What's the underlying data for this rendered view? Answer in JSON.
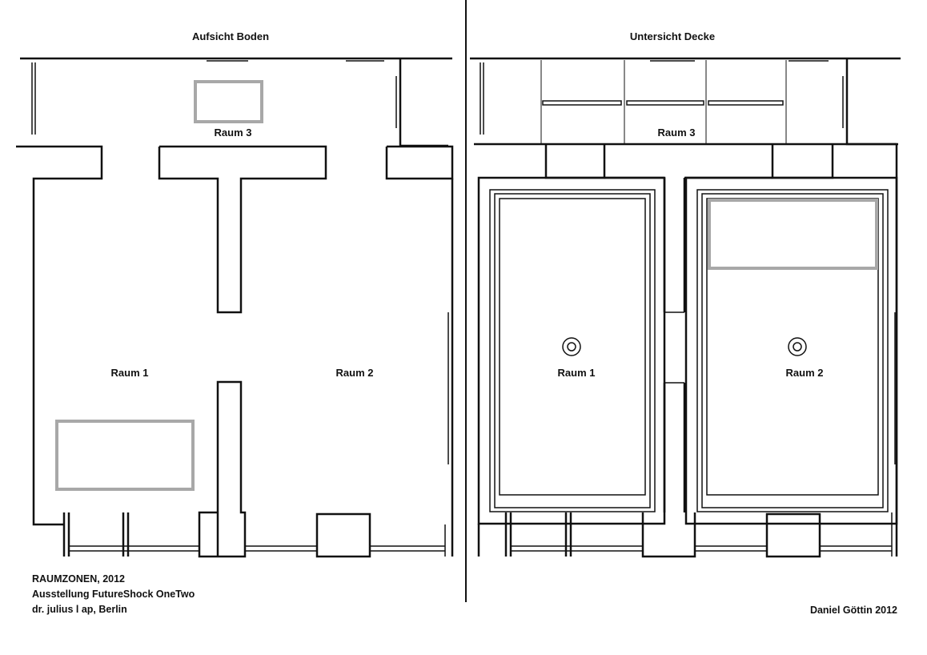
{
  "titles": {
    "floor_view": "Aufsicht Boden",
    "ceiling_view": "Untersicht Decke"
  },
  "rooms": {
    "floor": {
      "room1": "Raum 1",
      "room2": "Raum 2",
      "room3": "Raum 3"
    },
    "ceiling": {
      "room1": "Raum 1",
      "room2": "Raum 2",
      "room3": "Raum 3"
    }
  },
  "caption": {
    "line1": "RAUMZONEN, 2012",
    "line2": "Ausstellung FutureShock OneTwo",
    "line3": "dr. julius l ap, Berlin"
  },
  "author": "Daniel Göttin 2012",
  "colors": {
    "lines": "#111111",
    "zones": "#a8a8a8",
    "background": "#ffffff"
  }
}
